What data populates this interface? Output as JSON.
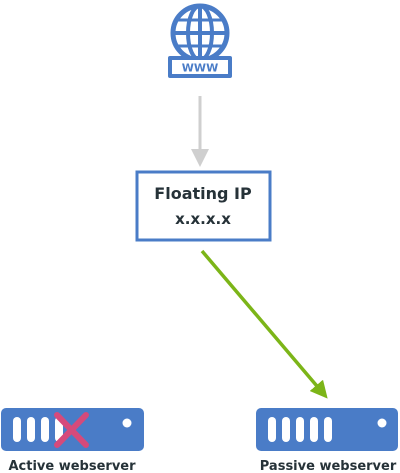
{
  "internet": {
    "label": "WWW",
    "icon": "globe-icon"
  },
  "floating_ip": {
    "title": "Floating IP",
    "address": "x.x.x.x"
  },
  "servers": {
    "active": {
      "label": "Active webserver",
      "status": "failed",
      "icon": "server-icon"
    },
    "passive": {
      "label": "Passive webserver",
      "icon": "server-icon"
    }
  },
  "colors": {
    "primary_blue": "#4a7cc7",
    "dark_text": "#263238",
    "arrow_gray": "#cfcfcf",
    "arrow_green": "#7cb518",
    "fail_pink": "#d64a7b"
  }
}
